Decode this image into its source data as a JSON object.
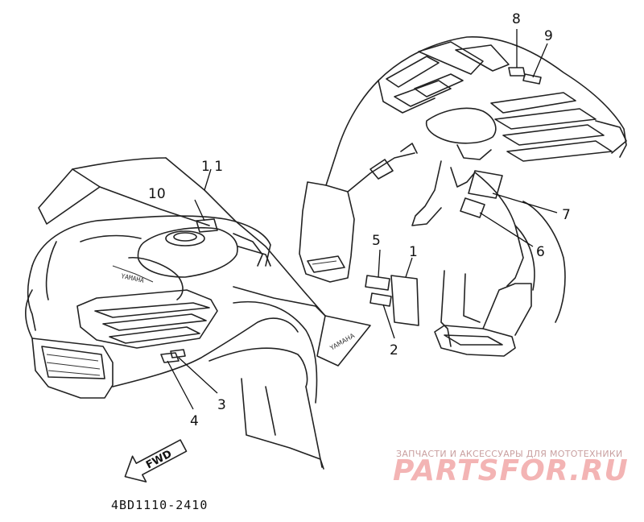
{
  "callouts": [
    {
      "id": "1",
      "label": "1"
    },
    {
      "id": "2",
      "label": "2"
    },
    {
      "id": "3",
      "label": "3"
    },
    {
      "id": "4",
      "label": "4"
    },
    {
      "id": "5",
      "label": "5"
    },
    {
      "id": "6",
      "label": "6"
    },
    {
      "id": "7",
      "label": "7"
    },
    {
      "id": "8",
      "label": "8"
    },
    {
      "id": "9",
      "label": "9"
    },
    {
      "id": "10",
      "label": "10"
    },
    {
      "id": "11",
      "label": "1 1"
    }
  ],
  "direction_arrow": {
    "label": "FWD"
  },
  "part_code": "4BD1110-2410",
  "watermark": {
    "caption": "ЗАПЧАСТИ И АКСЕССУАРЫ ДЛЯ МОТОТЕХНИКИ",
    "logo": "PARTSFOR.RU"
  },
  "colors": {
    "line": "#222222",
    "watermark": "#f3b4b4"
  }
}
